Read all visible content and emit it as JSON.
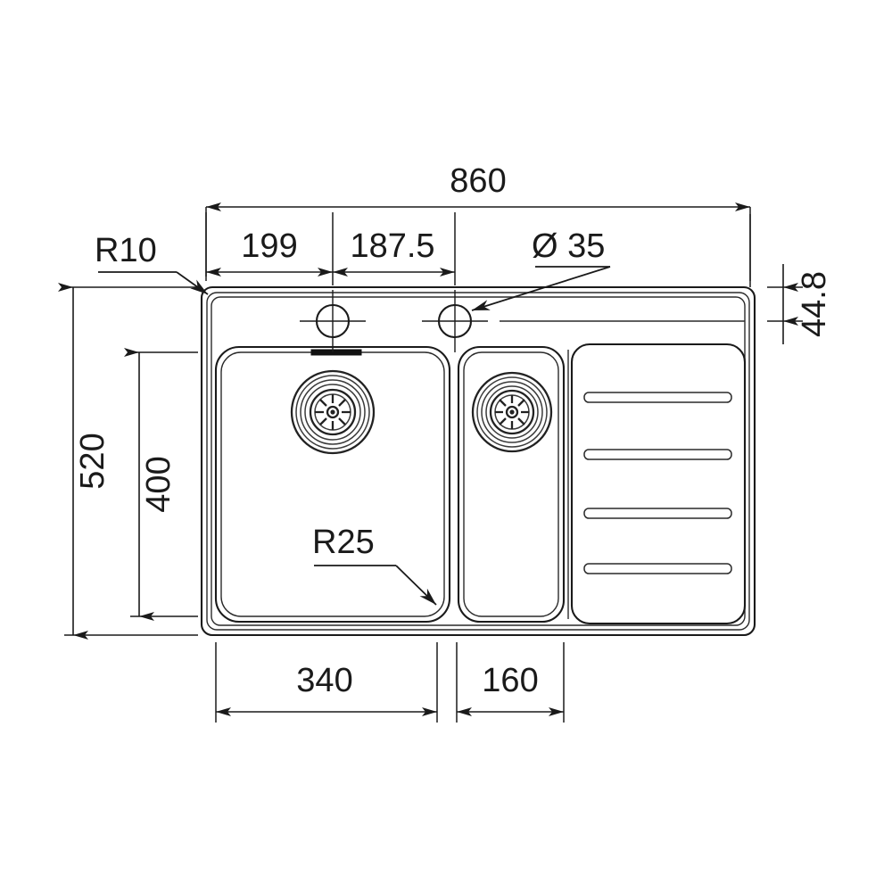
{
  "drawing": {
    "title": "Kitchen sink technical dimension drawing",
    "units": "mm",
    "line_color": "#1a1a1a",
    "background": "#ffffff"
  },
  "dimensions": {
    "overall_width": "860",
    "tap_hole_offset_1": "199",
    "tap_hole_offset_2": "187.5",
    "tap_hole_diameter": "Ø 35",
    "ledge_depth": "44.8",
    "overall_depth": "520",
    "bowl_depth": "400",
    "main_bowl_width": "340",
    "second_bowl_width": "160",
    "corner_radius_outer": "R10",
    "corner_radius_bowl": "R25"
  },
  "labels": {
    "width_860": "860",
    "offset_199": "199",
    "offset_187_5": "187.5",
    "dia_35": "Ø 35",
    "ledge_44_8": "44.8",
    "depth_520": "520",
    "depth_400": "400",
    "bowl_340": "340",
    "bowl_160": "160",
    "radius_10": "R10",
    "radius_25": "R25"
  },
  "features": {
    "tap_holes": 2,
    "bowls": 2,
    "drains": 2,
    "drainboard_grooves": 4,
    "overflow_slots": 1
  }
}
